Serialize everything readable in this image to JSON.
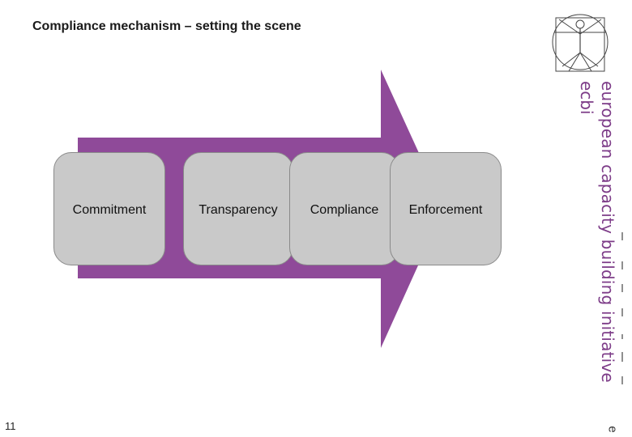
{
  "slide": {
    "title": "Compliance mechanism – setting the scene",
    "number": "11"
  },
  "diagram": {
    "arrow_color": "#8f4a99",
    "steps": [
      {
        "label": "Commitment"
      },
      {
        "label": "Transparency"
      },
      {
        "label": "Compliance"
      },
      {
        "label": "Enforcement"
      }
    ]
  },
  "branding": {
    "org_name": "european capacity building initiative",
    "org_abbr": "ecbi",
    "brand_color": "#7d3c88",
    "logo_icon": "vitruvian-man-icon",
    "edge_char": "e"
  }
}
